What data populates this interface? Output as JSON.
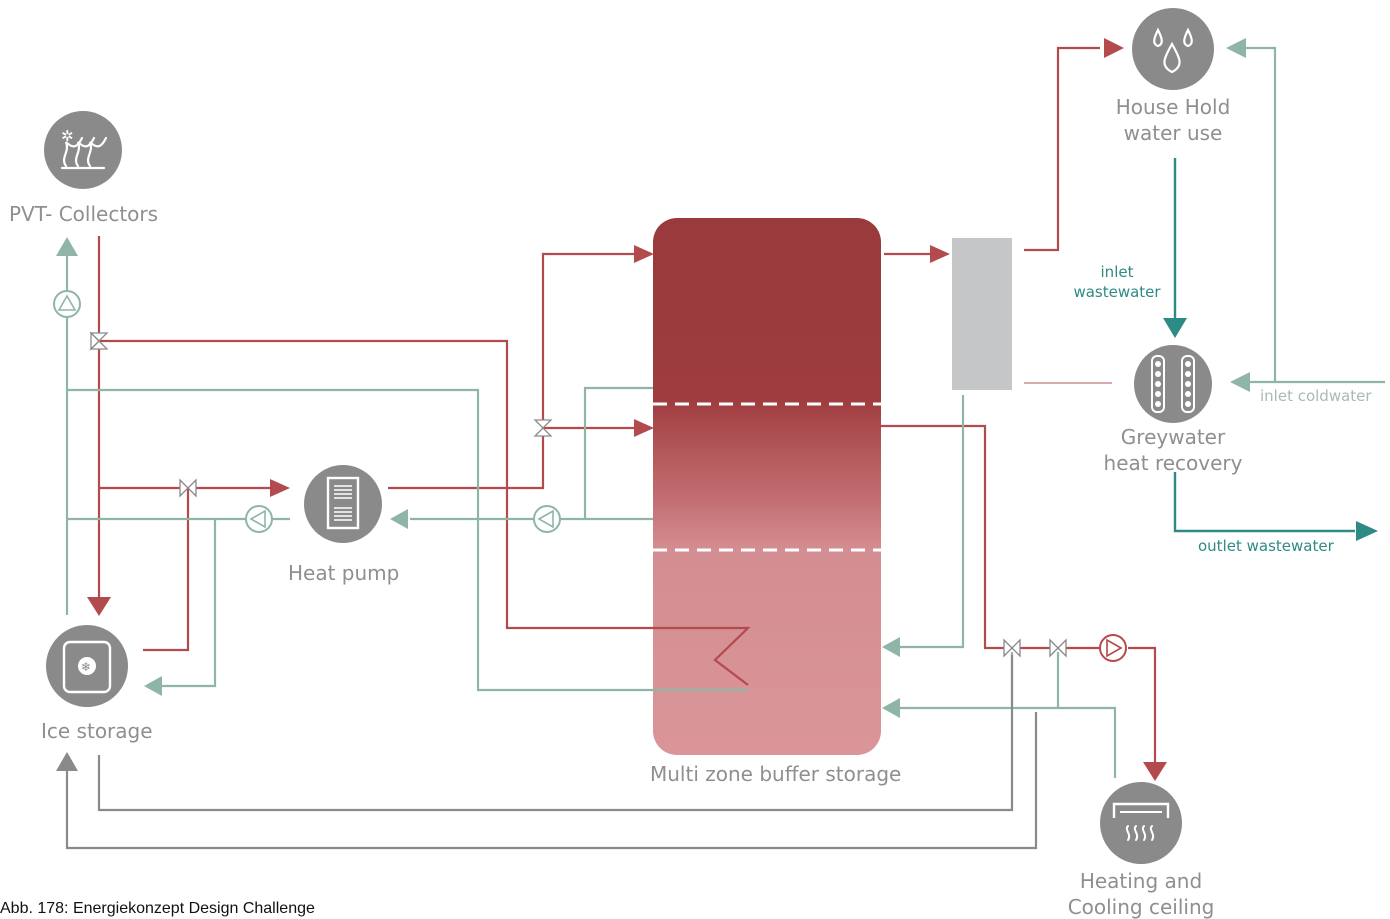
{
  "nodes": {
    "pvt": {
      "label": "PVT- Collectors"
    },
    "heat_pump": {
      "label": "Heat pump"
    },
    "ice": {
      "label": "Ice storage"
    },
    "buffer": {
      "label": "Multi zone buffer storage"
    },
    "household": {
      "label_line1": "House Hold",
      "label_line2": "water use"
    },
    "greywater": {
      "label_line1": "Greywater",
      "label_line2": "heat recovery"
    },
    "ceiling": {
      "label_line1": "Heating and",
      "label_line2": "Cooling ceiling"
    }
  },
  "flows": {
    "inlet_wastewater_1": "inlet",
    "inlet_wastewater_2": "wastewater",
    "outlet_wastewater": "outlet wastewater",
    "inlet_coldwater": "inlet coldwater"
  },
  "caption": "Abb. 178: Energiekonzept Design Challenge",
  "colors": {
    "hot_line": "#b34a4e",
    "cold_line": "#8fb5a9",
    "return_line": "#8a8a8a",
    "wastewater": "#2e8a85",
    "icon_fill": "#8a8a8a",
    "tank_top": "#9b3a3d",
    "tank_bottom": "#d99598",
    "exchanger": "#c4c6c8"
  }
}
